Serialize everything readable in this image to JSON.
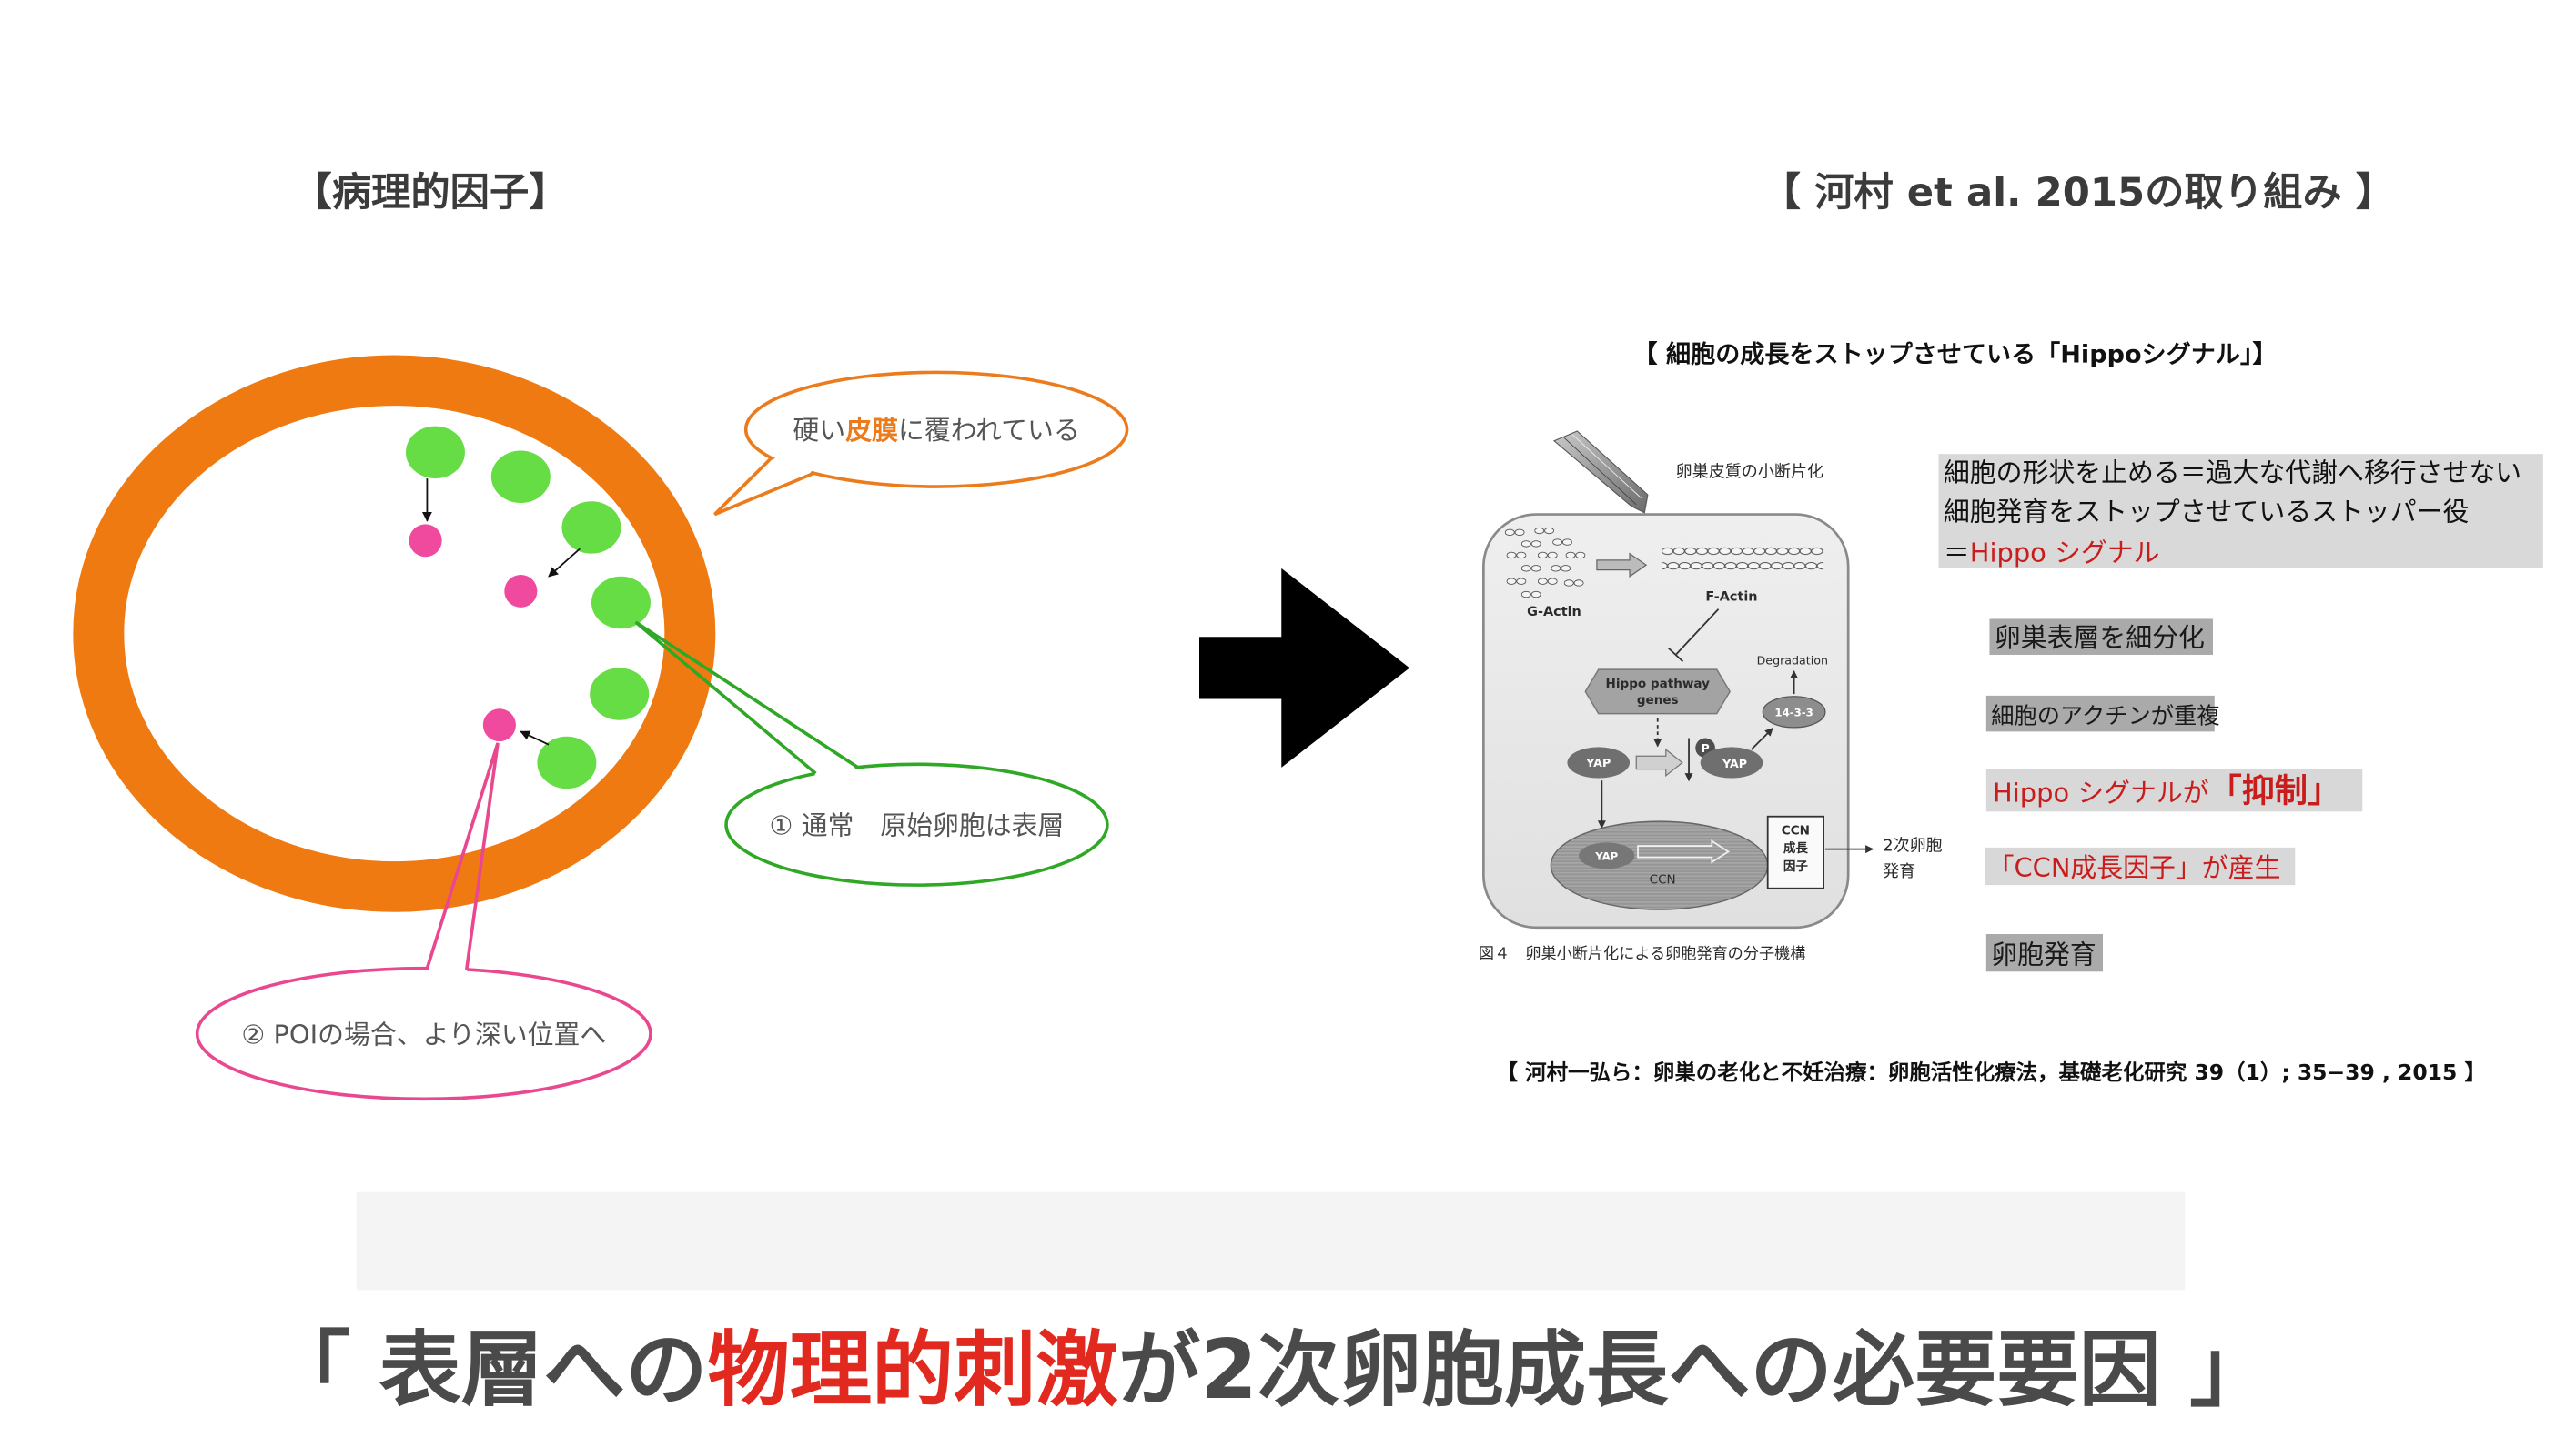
{
  "slide": {
    "left_title": "【病理的因子】",
    "right_title": "【 河村 et al. 2015の取り組み 】"
  },
  "pathology": {
    "bubble_capsule": {
      "pre": "硬い",
      "emphasis": "皮膜",
      "post": "に覆われている"
    },
    "bubble_normal": "① 通常　原始卵胞は表層",
    "bubble_poi": "② POIの場合、より深い位置へ"
  },
  "hippo": {
    "header": "【 細胞の成長をストップさせている「Hippoシグナル」】",
    "figure": {
      "fragmentation_label": "卵巣皮質の小断片化",
      "g_actin": "G-Actin",
      "f_actin": "F-Actin",
      "hippo_genes_line1": "Hippo pathway",
      "hippo_genes_line2": "genes",
      "degradation": "Degradation",
      "protein_14_3_3": "14-3-3",
      "yap": "YAP",
      "phospho": "P",
      "ccn_nucleus": "CCN",
      "ccn_box": [
        "CCN",
        "成長",
        "因子"
      ],
      "outcome": [
        "2次卵胞",
        "発育"
      ],
      "caption": "図４　卵巣小断片化による卵胞発育の分子機構"
    },
    "explanation": {
      "line1": "細胞の形状を止める＝過大な代謝へ移行させない",
      "line2": "細胞発育をストップさせているストッパー役",
      "line3_prefix": "＝",
      "line3_highlight": "Hippo シグナル"
    },
    "steps": {
      "step1": "卵巣表層を細分化",
      "step2": "細胞のアクチンが重複",
      "step3_text": "Hippo シグナルが",
      "step3_emphasis": "「抑制」",
      "step4": "「CCN成長因子」が産生",
      "step5": "卵胞発育"
    },
    "citation": "【 河村一弘ら：卵巣の老化と不妊治療：卵胞活性化療法，基礎老化研究 39（1）; 35−39 , 2015 】"
  },
  "conclusion": {
    "pre": "「 表層への",
    "emphasis": "物理的刺激",
    "post": "が2次卵胞成長への必要要因 」"
  },
  "icons": {
    "main_arrow": "arrow-right-icon",
    "blade": "scalpel-icon"
  },
  "colors": {
    "ring_orange": "#f07a12",
    "follicle_green": "#66dd44",
    "oocyte_pink": "#ef4a9d",
    "bubble_orange": "#ec7b1c",
    "bubble_green": "#2fa826",
    "bubble_pink": "#e9488f",
    "accent_red": "#e2291f",
    "text_red": "#c91d1d",
    "text_gray": "#4a4a4a"
  }
}
